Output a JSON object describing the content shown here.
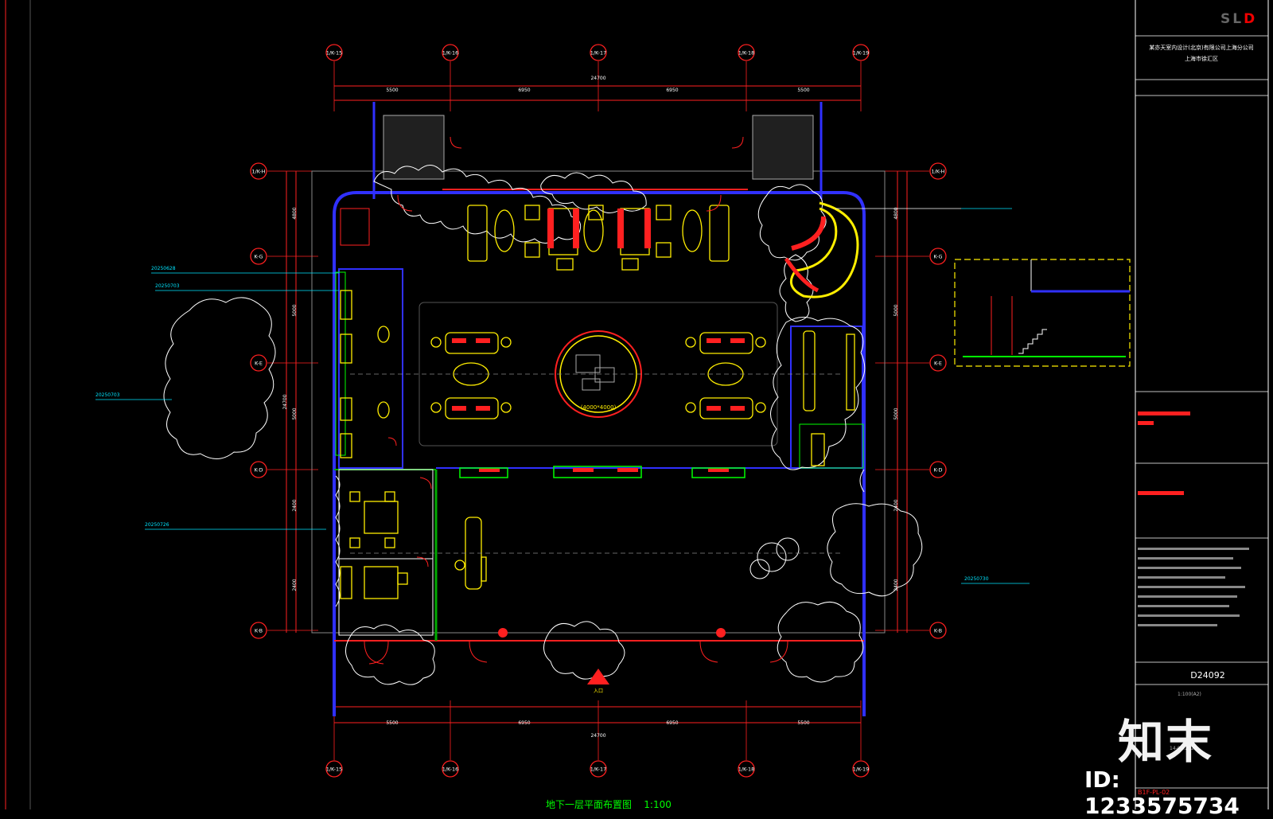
{
  "colors": {
    "background": "#000000",
    "grid": "#ff2020",
    "wall": "#3030ff",
    "furniture": "#ffee00",
    "landscape": "#ffffff",
    "annotation": "#00e5ff",
    "highlight": "#ff0000",
    "green": "#00ff00"
  },
  "drawing": {
    "axis_top": [
      "1/K-15",
      "1/K-16",
      "1/K-17",
      "1/K-18",
      "1/K-19"
    ],
    "axis_bottom": [
      "1/K-15",
      "1/K-16",
      "1/K-17",
      "1/K-18",
      "1/K-19"
    ],
    "axis_left": [
      "1/K-H",
      "K-G",
      "K-E",
      "K-D",
      "K-B"
    ],
    "axis_right": [
      "1/K-H",
      "K-G",
      "K-E",
      "K-D",
      "K-B"
    ],
    "dim_spans": [
      "5500",
      "6950",
      "6950",
      "5500"
    ],
    "dim_total": "24700",
    "dim_vertical": [
      "4800",
      "5000",
      "5000",
      "2400",
      "2400"
    ],
    "dim_vertical_total": "24700",
    "circle_label": "(4000*4000)",
    "entrance_label": "入口",
    "rev_notes": [
      "20250628",
      "20250703",
      "20250703",
      "20250726",
      "20250730"
    ],
    "title": "地下一层平面布置图",
    "scale": "1:100"
  },
  "title_block": {
    "logo": "SL",
    "logo_accent": "D",
    "company": "某亦天室内设计(北京)有限公司上海分公司",
    "address": "上海市徐汇区",
    "sheet_no": "D24092",
    "scale": "1:100(A2)",
    "drawing_code": "B1F-PL-02",
    "date": "14-0...2025"
  },
  "watermark": {
    "brand": "知末",
    "id": "ID: 1233575734"
  }
}
